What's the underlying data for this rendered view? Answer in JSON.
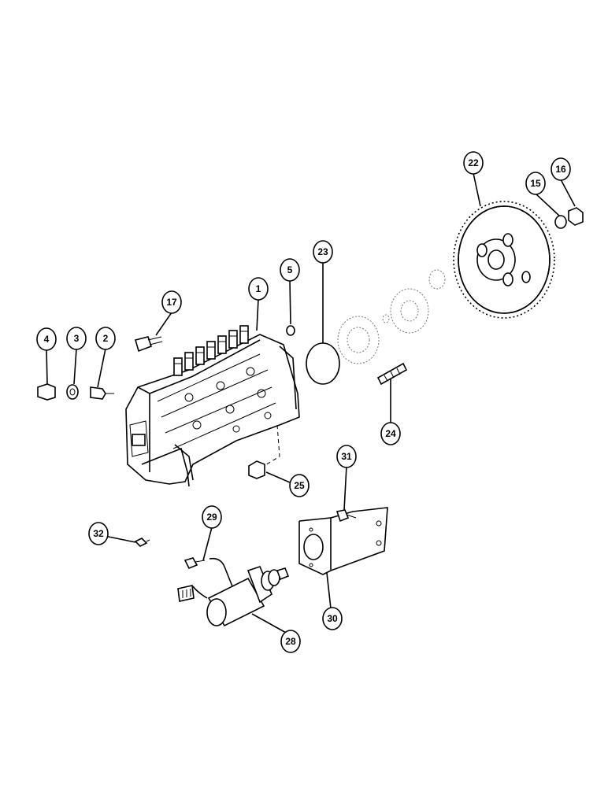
{
  "callouts": [
    {
      "id": "c1",
      "label": "1"
    },
    {
      "id": "c2",
      "label": "2"
    },
    {
      "id": "c3",
      "label": "3"
    },
    {
      "id": "c4",
      "label": "4"
    },
    {
      "id": "c5",
      "label": "5"
    },
    {
      "id": "c15",
      "label": "15"
    },
    {
      "id": "c16",
      "label": "16"
    },
    {
      "id": "c17",
      "label": "17"
    },
    {
      "id": "c22",
      "label": "22"
    },
    {
      "id": "c23",
      "label": "23"
    },
    {
      "id": "c24",
      "label": "24"
    },
    {
      "id": "c25",
      "label": "25"
    },
    {
      "id": "c28",
      "label": "28"
    },
    {
      "id": "c29",
      "label": "29"
    },
    {
      "id": "c30",
      "label": "30"
    },
    {
      "id": "c31",
      "label": "31"
    },
    {
      "id": "c32",
      "label": "32"
    }
  ]
}
